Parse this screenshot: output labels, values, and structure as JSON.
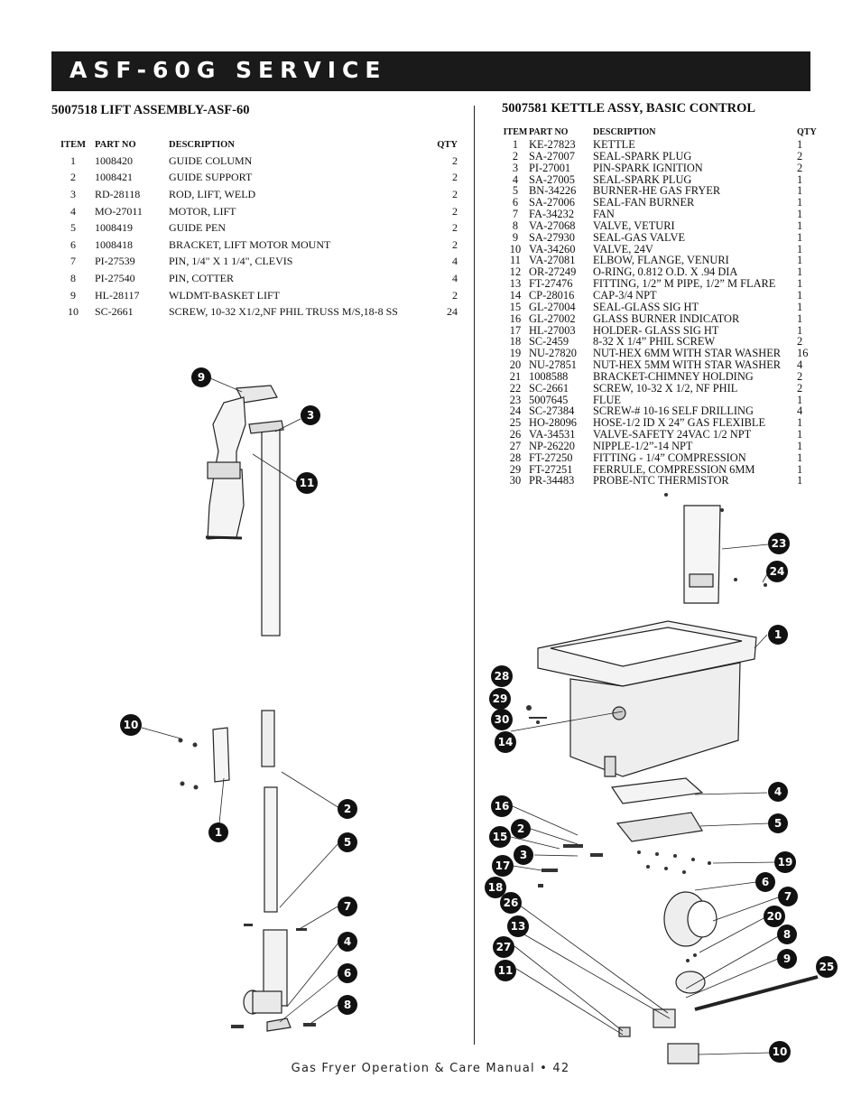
{
  "header": {
    "title": "ASF-60G SERVICE"
  },
  "lift": {
    "title": "5007518   LIFT ASSEMBLY-ASF-60",
    "columns": [
      "ITEM",
      "PART NO",
      "DESCRIPTION",
      "QTY"
    ],
    "rows": [
      [
        "1",
        "1008420",
        "GUIDE COLUMN",
        "2"
      ],
      [
        "2",
        "1008421",
        "GUIDE SUPPORT",
        "2"
      ],
      [
        "3",
        "RD-28118",
        "ROD, LIFT, WELD",
        "2"
      ],
      [
        "4",
        "MO-27011",
        "MOTOR, LIFT",
        "2"
      ],
      [
        "5",
        "1008419",
        "GUIDE PEN",
        "2"
      ],
      [
        "6",
        "1008418",
        "BRACKET, LIFT MOTOR MOUNT",
        "2"
      ],
      [
        "7",
        "PI-27539",
        "PIN, 1/4\" X 1 1/4\", CLEVIS",
        "4"
      ],
      [
        "8",
        "PI-27540",
        "PIN, COTTER",
        "4"
      ],
      [
        "9",
        "HL-28117",
        "WLDMT-BASKET LIFT",
        "2"
      ],
      [
        "10",
        "SC-2661",
        "SCREW, 10-32 X1/2,NF PHIL TRUSS M/S,18-8 SS",
        "24"
      ]
    ],
    "callouts": [
      "9",
      "3",
      "11",
      "10",
      "1",
      "2",
      "5",
      "7",
      "4",
      "6",
      "8"
    ]
  },
  "kettle": {
    "title": "5007581   KETTLE ASSY, BASIC CONTROL",
    "columns": [
      "ITEM",
      "PART NO",
      "DESCRIPTION",
      "QTY"
    ],
    "rows": [
      [
        "1",
        "KE-27823",
        "KETTLE",
        "1"
      ],
      [
        "2",
        "SA-27007",
        "SEAL-SPARK PLUG",
        "2"
      ],
      [
        "3",
        "PI-27001",
        "PIN-SPARK IGNITION",
        "2"
      ],
      [
        "4",
        "SA-27005",
        "SEAL-SPARK PLUG",
        "1"
      ],
      [
        "5",
        "BN-34226",
        "BURNER-HE GAS FRYER",
        "1"
      ],
      [
        "6",
        "SA-27006",
        "SEAL-FAN BURNER",
        "1"
      ],
      [
        "7",
        "FA-34232",
        "FAN",
        "1"
      ],
      [
        "8",
        "VA-27068",
        "VALVE, VETURI",
        "1"
      ],
      [
        "9",
        "SA-27930",
        "SEAL-GAS VALVE",
        "1"
      ],
      [
        "10",
        "VA-34260",
        "VALVE, 24V",
        "1"
      ],
      [
        "11",
        "VA-27081",
        "ELBOW, FLANGE, VENURI",
        "1"
      ],
      [
        "12",
        "OR-27249",
        "O-RING, 0.812 O.D. X .94 DIA",
        "1"
      ],
      [
        "13",
        "FT-27476",
        "FITTING, 1/2” M PIPE, 1/2” M FLARE",
        "1"
      ],
      [
        "14",
        "CP-28016",
        "CAP-3/4 NPT",
        "1"
      ],
      [
        "15",
        "GL-27004",
        "SEAL-GLASS SIG HT",
        "1"
      ],
      [
        "16",
        "GL-27002",
        "GLASS BURNER INDICATOR",
        "1"
      ],
      [
        "17",
        "HL-27003",
        "HOLDER- GLASS SIG HT",
        "1"
      ],
      [
        "18",
        "SC-2459",
        "8-32 X 1/4” PHIL SCREW",
        "2"
      ],
      [
        "19",
        "NU-27820",
        "NUT-HEX 6MM WITH STAR WASHER",
        "16"
      ],
      [
        "20",
        "NU-27851",
        "NUT-HEX 5MM WITH STAR WASHER",
        "4"
      ],
      [
        "21",
        "1008588",
        "BRACKET-CHIMNEY HOLDING",
        "2"
      ],
      [
        "22",
        "SC-2661",
        "SCREW, 10-32 X 1/2, NF PHIL",
        "2"
      ],
      [
        "23",
        "5007645",
        "FLUE",
        "1"
      ],
      [
        "24",
        "SC-27384",
        "SCREW-# 10-16 SELF DRILLING",
        "4"
      ],
      [
        "25",
        "HO-28096",
        "HOSE-1/2 ID X 24” GAS FLEXIBLE",
        "1"
      ],
      [
        "26",
        "VA-34531",
        "VALVE-SAFETY 24VAC 1/2 NPT",
        "1"
      ],
      [
        "27",
        "NP-26220",
        "NIPPLE-1/2”-14 NPT",
        "1"
      ],
      [
        "28",
        "FT-27250",
        "FITTING - 1/4” COMPRESSION",
        "1"
      ],
      [
        "29",
        "FT-27251",
        "FERRULE, COMPRESSION 6MM",
        "1"
      ],
      [
        "30",
        "PR-34483",
        "PROBE-NTC THERMISTOR",
        "1"
      ]
    ],
    "callouts": [
      "23",
      "24",
      "1",
      "28",
      "29",
      "30",
      "14",
      "4",
      "16",
      "5",
      "2",
      "15",
      "3",
      "19",
      "17",
      "6",
      "18",
      "7",
      "26",
      "20",
      "13",
      "8",
      "27",
      "9",
      "11",
      "25",
      "10"
    ]
  },
  "footer": {
    "text": "Gas Fryer Operation & Care Manual • 42"
  }
}
